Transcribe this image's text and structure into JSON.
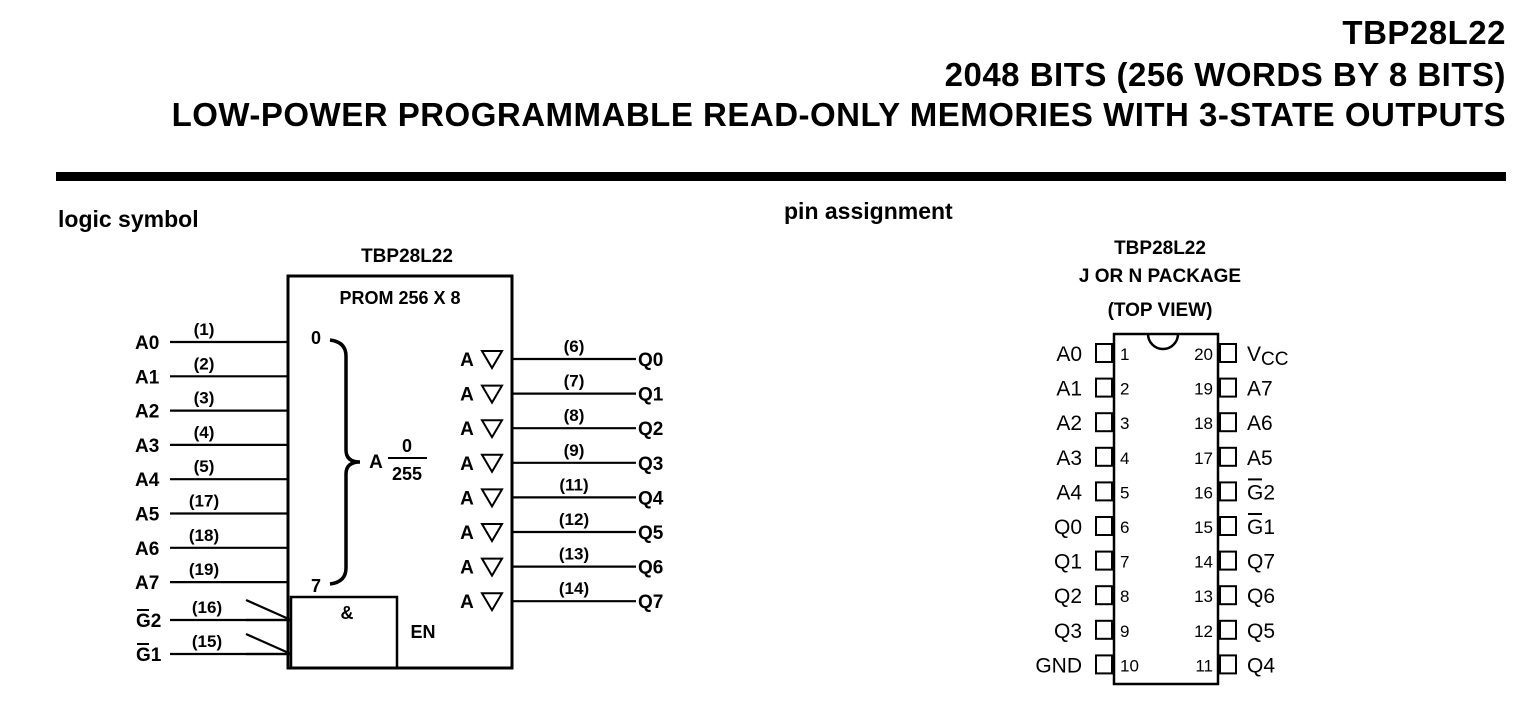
{
  "header": {
    "part_number": "TBP28L22",
    "subtitle": "2048 BITS (256 WORDS BY 8 BITS)",
    "description": "LOW-POWER PROGRAMMABLE READ-ONLY MEMORIES WITH 3-STATE OUTPUTS"
  },
  "logic_symbol": {
    "section_title": "logic symbol",
    "device_label": "TBP28L22",
    "block_label": "PROM 256 X 8",
    "addr_top": "0",
    "addr_bottom": "7",
    "addr_prefix": "A",
    "range_top": "0",
    "range_bottom": "255",
    "and_label": "&",
    "en_label": "EN",
    "inputs": [
      {
        "name": "A0",
        "pin": "(1)"
      },
      {
        "name": "A1",
        "pin": "(2)"
      },
      {
        "name": "A2",
        "pin": "(3)"
      },
      {
        "name": "A3",
        "pin": "(4)"
      },
      {
        "name": "A4",
        "pin": "(5)"
      },
      {
        "name": "A5",
        "pin": "(17)"
      },
      {
        "name": "A6",
        "pin": "(18)"
      },
      {
        "name": "A7",
        "pin": "(19)"
      }
    ],
    "enables": [
      {
        "name": "G",
        "index": "2",
        "pin": "(16)"
      },
      {
        "name": "G",
        "index": "1",
        "pin": "(15)"
      }
    ],
    "outputs": [
      {
        "name": "Q0",
        "pin": "(6)",
        "label": "A"
      },
      {
        "name": "Q1",
        "pin": "(7)",
        "label": "A"
      },
      {
        "name": "Q2",
        "pin": "(8)",
        "label": "A"
      },
      {
        "name": "Q3",
        "pin": "(9)",
        "label": "A"
      },
      {
        "name": "Q4",
        "pin": "(11)",
        "label": "A"
      },
      {
        "name": "Q5",
        "pin": "(12)",
        "label": "A"
      },
      {
        "name": "Q6",
        "pin": "(13)",
        "label": "A"
      },
      {
        "name": "Q7",
        "pin": "(14)",
        "label": "A"
      }
    ]
  },
  "pin_assignment": {
    "section_title": "pin assignment",
    "device_label": "TBP28L22",
    "package_label": "J OR N PACKAGE",
    "view_label": "(TOP VIEW)",
    "left_pins": [
      {
        "num": "1",
        "name": "A0",
        "overbar": false
      },
      {
        "num": "2",
        "name": "A1",
        "overbar": false
      },
      {
        "num": "3",
        "name": "A2",
        "overbar": false
      },
      {
        "num": "4",
        "name": "A3",
        "overbar": false
      },
      {
        "num": "5",
        "name": "A4",
        "overbar": false
      },
      {
        "num": "6",
        "name": "Q0",
        "overbar": false
      },
      {
        "num": "7",
        "name": "Q1",
        "overbar": false
      },
      {
        "num": "8",
        "name": "Q2",
        "overbar": false
      },
      {
        "num": "9",
        "name": "Q3",
        "overbar": false
      },
      {
        "num": "10",
        "name": "GND",
        "overbar": false
      }
    ],
    "right_pins": [
      {
        "num": "20",
        "name": "V",
        "sub": "CC",
        "overbar": false
      },
      {
        "num": "19",
        "name": "A7",
        "overbar": false
      },
      {
        "num": "18",
        "name": "A6",
        "overbar": false
      },
      {
        "num": "17",
        "name": "A5",
        "overbar": false
      },
      {
        "num": "16",
        "name": "G2",
        "overbar": true
      },
      {
        "num": "15",
        "name": "G1",
        "overbar": true
      },
      {
        "num": "14",
        "name": "Q7",
        "overbar": false
      },
      {
        "num": "13",
        "name": "Q6",
        "overbar": false
      },
      {
        "num": "12",
        "name": "Q5",
        "overbar": false
      },
      {
        "num": "11",
        "name": "Q4",
        "overbar": false
      }
    ]
  }
}
